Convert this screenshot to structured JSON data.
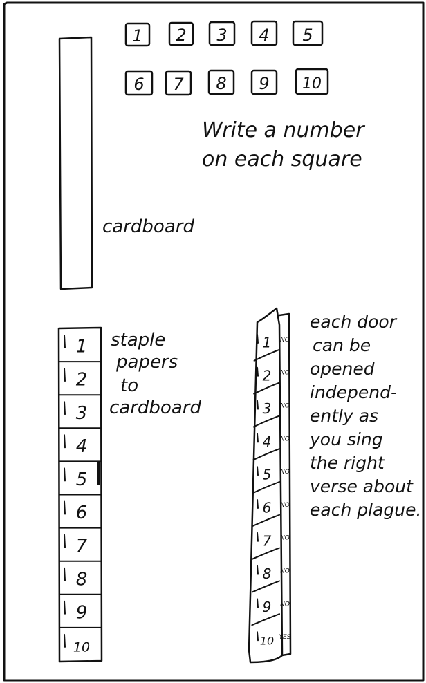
{
  "colors": {
    "ink": "#111111",
    "paper": "#ffffff"
  },
  "number_squares": {
    "row1": [
      "1",
      "2",
      "3",
      "4",
      "5"
    ],
    "row2": [
      "6",
      "7",
      "8",
      "9",
      "10"
    ]
  },
  "instruction_label": {
    "line1": "Write a number",
    "line2": "on each square"
  },
  "cardboard_label": "cardboard",
  "strip": {
    "numbers": [
      "1",
      "2",
      "3",
      "4",
      "5",
      "6",
      "7",
      "8",
      "9",
      "10"
    ]
  },
  "staple_label": {
    "line1": "staple",
    "line2": "papers",
    "line3": "to",
    "line4": "cardboard"
  },
  "doors": {
    "numbers": [
      "1",
      "2",
      "3",
      "4",
      "5",
      "6",
      "7",
      "8",
      "9",
      "10"
    ],
    "backs": [
      "NO",
      "NO",
      "NO",
      "NO",
      "NO",
      "NO",
      "NO",
      "NO",
      "NO",
      "YES"
    ]
  },
  "door_label": {
    "lines": [
      "each door",
      "can be",
      "opened",
      "independ-",
      "ently as",
      "you sing",
      "the right",
      "verse about",
      "each plague."
    ]
  }
}
